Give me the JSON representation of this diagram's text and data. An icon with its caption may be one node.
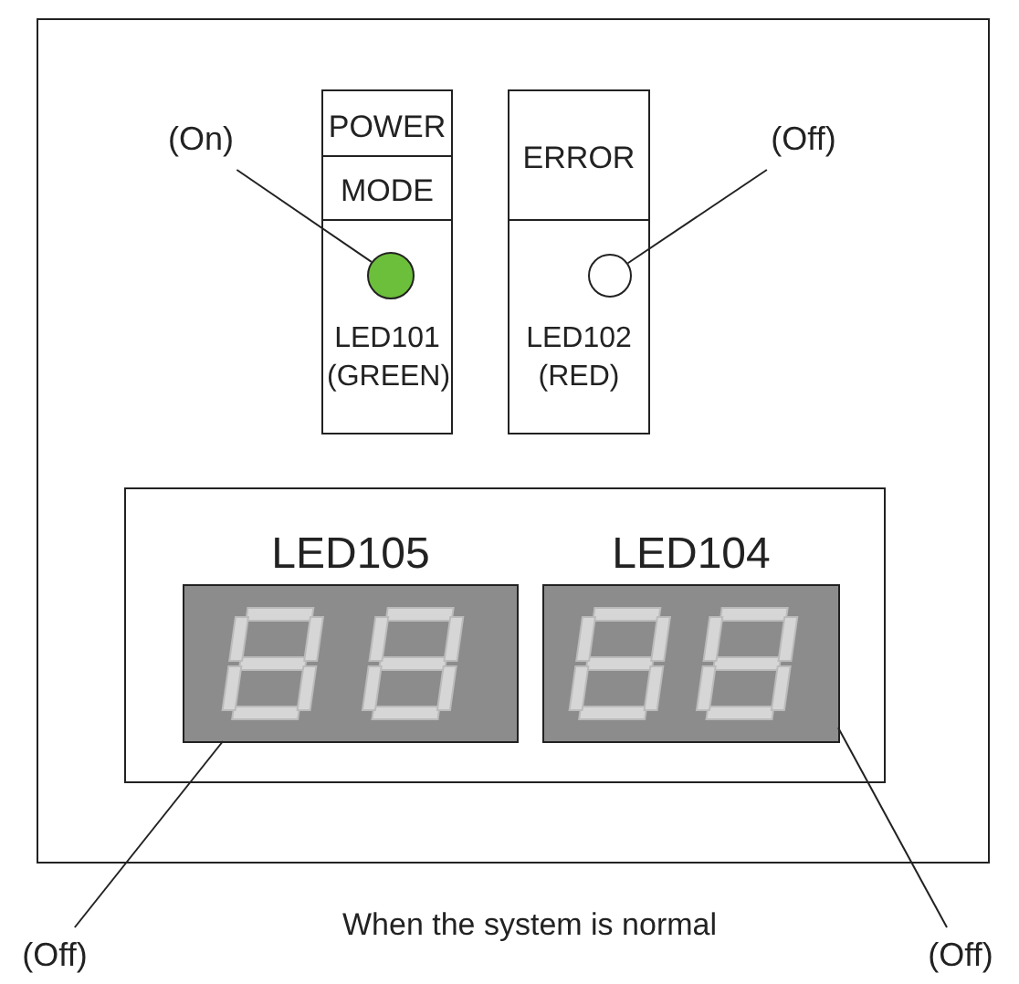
{
  "diagram": {
    "caption": "When the system is normal",
    "nodes": [
      {
        "text": [],
        "shape": "box"
      },
      {
        "text": [
          "POWER",
          "MODE",
          "LED101 (GREEN)"
        ],
        "in": 0
      },
      {
        "text": [],
        "shape": "circle",
        "in": 1
      },
      {
        "text": [
          "ERROR",
          "LED102 (RED)"
        ],
        "in": 0
      },
      {
        "text": [],
        "shape": "circle",
        "in": 3
      },
      {
        "text": [],
        "shape": "box",
        "in": 0
      },
      {
        "text": [
          "LED105"
        ],
        "in": 5
      },
      {
        "text": [
          "LED104"
        ],
        "in": 5
      },
      {
        "text": [
          "(On)"
        ],
        "in": 0
      },
      {
        "text": [
          "(Off)"
        ],
        "in": 0
      },
      {
        "text": [
          "(Off)"
        ]
      },
      {
        "text": [
          "(Off)"
        ]
      }
    ],
    "edges": [
      {
        "from": 8,
        "to": 2,
        "arrow": "none"
      },
      {
        "from": 9,
        "to": 4,
        "arrow": "none"
      },
      {
        "from": 10,
        "to": 6,
        "arrow": "none"
      },
      {
        "from": 11,
        "to": 7,
        "arrow": "none"
      }
    ]
  }
}
